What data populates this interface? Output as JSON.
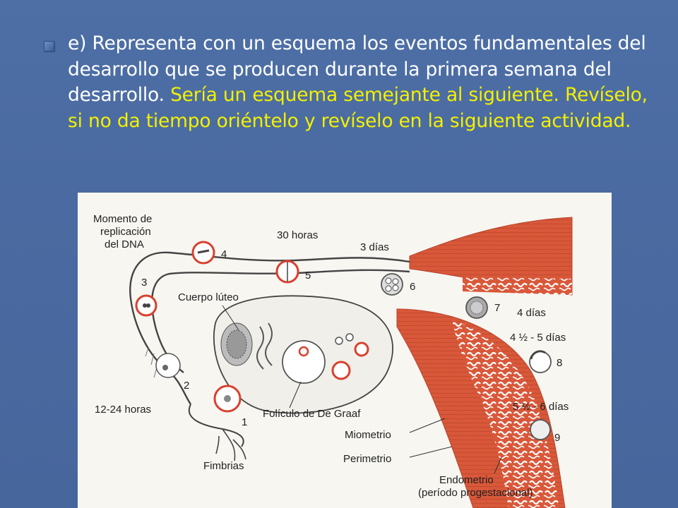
{
  "slide": {
    "text_white": "e) Representa con un esquema los eventos fundamentales del desarrollo que se producen durante la primera semana del desarrollo.",
    "text_highlight": "Sería un esquema semejante al siguiente. Revíselo, si no da tiempo oriéntelo y revíselo en la siguiente actividad.",
    "colors": {
      "background": "#4a6aa1",
      "highlight": "#f4f000",
      "text": "#ffffff"
    }
  },
  "diagram": {
    "labels": {
      "replicacion_1": "Momento de",
      "replicacion_2": "replicación",
      "replicacion_3": "del DNA",
      "horas_30": "30 horas",
      "dias_3": "3 días",
      "cuerpo_luteo": "Cuerpo lúteo",
      "dias_4": "4 días",
      "dias_4_5": "4 ½ - 5 días",
      "dias_5_6": "5 ½ - 6 días",
      "horas_12_24": "12-24 horas",
      "foliculo": "Folículo de De Graaf",
      "miometrio": "Miometrio",
      "perimetrio": "Perimetrio",
      "fimbrias": "Fimbrias",
      "endometrio": "Endometrio",
      "periodo": "(período progestacional)"
    },
    "stages": [
      "1",
      "2",
      "3",
      "4",
      "5",
      "6",
      "7",
      "8",
      "9"
    ],
    "colors": {
      "uterus": "#d9583a",
      "cell_ring": "#d8412f",
      "paper": "#f7f6f1"
    }
  }
}
